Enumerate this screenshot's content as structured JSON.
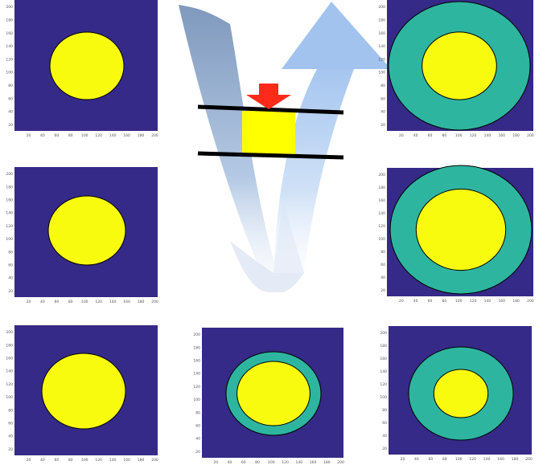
{
  "colors": {
    "background": "#ffffff",
    "plot_fill": "#352a87",
    "disc_fill": "#f9fb0e",
    "ring_fill": "#2eb5a0",
    "outline": "#000000",
    "arrow_light": "#a9c8f0",
    "arrow_dark": "#7b94b8",
    "press_bars": "#000000",
    "press_arrow": "#ff2a1a",
    "sample_block": "#ffff00"
  },
  "axis_ticks": {
    "x": [
      "20",
      "40",
      "60",
      "80",
      "100",
      "120",
      "140",
      "160",
      "180",
      "200"
    ],
    "y": [
      "200",
      "180",
      "160",
      "140",
      "120",
      "100",
      "80",
      "60",
      "40",
      "20"
    ]
  },
  "panels": [
    {
      "id": "p1",
      "ring": 0
    },
    {
      "id": "p2",
      "ring": 0
    },
    {
      "id": "p3",
      "ring": 0
    },
    {
      "id": "p4",
      "ring": 0.3
    },
    {
      "id": "p5",
      "ring": 0.9
    },
    {
      "id": "p6",
      "ring": 0.58
    },
    {
      "id": "p7",
      "ring": 0.93
    }
  ]
}
